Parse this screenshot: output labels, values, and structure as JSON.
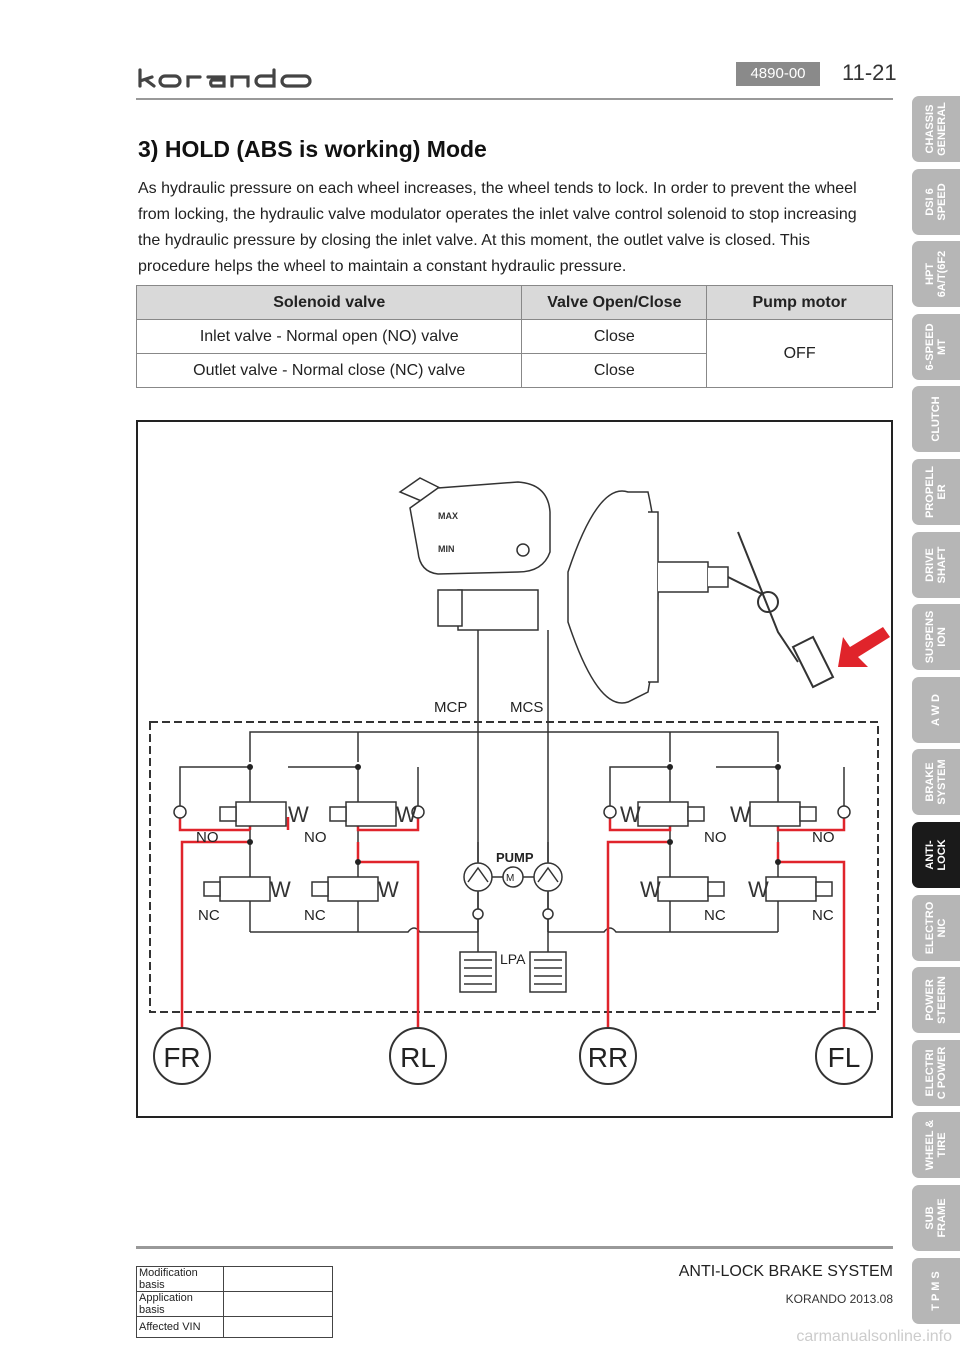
{
  "header": {
    "doc_code": "4890-00",
    "page_number": "11-21"
  },
  "section": {
    "title": "3) HOLD (ABS is working) Mode",
    "paragraph": "As hydraulic pressure on each wheel increases, the wheel tends to lock. In order to prevent the wheel from locking, the hydraulic valve modulator operates the inlet valve control solenoid to stop increasing the hydraulic pressure by closing the inlet valve. At this moment, the outlet valve is closed. This procedure helps the wheel to maintain a constant hydraulic pressure."
  },
  "valve_table": {
    "headers": [
      "Solenoid valve",
      "Valve Open/Close",
      "Pump motor"
    ],
    "rows": [
      [
        "Inlet valve - Normal open (NO) valve",
        "Close"
      ],
      [
        "Outlet valve - Normal close (NC) valve",
        "Close"
      ]
    ],
    "pump_motor": "OFF"
  },
  "diagram": {
    "mcp": "MCP",
    "mcs": "MCS",
    "pump": "PUMP",
    "motor": "M",
    "lpa": "LPA",
    "no": "NO",
    "nc": "NC",
    "max": "MAX",
    "min": "MIN",
    "w": "W",
    "wheels": [
      "FR",
      "RL",
      "RR",
      "FL"
    ],
    "colors": {
      "active_line": "#e0242b",
      "line": "#333333",
      "arrow": "#e0242b"
    }
  },
  "side_tabs": [
    {
      "label": "CHASSIS\nGENERAL",
      "active": false
    },
    {
      "label": "DSI 6\nSPEED",
      "active": false
    },
    {
      "label": "HPT\n6A/T(6F2",
      "active": false
    },
    {
      "label": "6-SPEED\nMT",
      "active": false
    },
    {
      "label": "CLUTCH",
      "active": false
    },
    {
      "label": "PROPELL\nER",
      "active": false
    },
    {
      "label": "DRIVE\nSHAFT",
      "active": false
    },
    {
      "label": "SUSPENS\nION",
      "active": false
    },
    {
      "label": "A W D",
      "active": false
    },
    {
      "label": "BRAKE\nSYSTEM",
      "active": false
    },
    {
      "label": "ANTI-\nLOCK",
      "active": true
    },
    {
      "label": "ELECTRO\nNIC",
      "active": false
    },
    {
      "label": "POWER\nSTEERIN",
      "active": false
    },
    {
      "label": "ELECTRI\nC POWER",
      "active": false
    },
    {
      "label": "WHEEL &\nTIRE",
      "active": false
    },
    {
      "label": "SUB\nFRAME",
      "active": false
    },
    {
      "label": "T P M S",
      "active": false
    }
  ],
  "footer": {
    "modification_basis": "Modification basis",
    "application_basis": "Application basis",
    "affected_vin": "Affected VIN",
    "system_title": "ANTI-LOCK BRAKE SYSTEM",
    "model": "KORANDO 2013.08",
    "watermark": "carmanualsonline.info"
  }
}
